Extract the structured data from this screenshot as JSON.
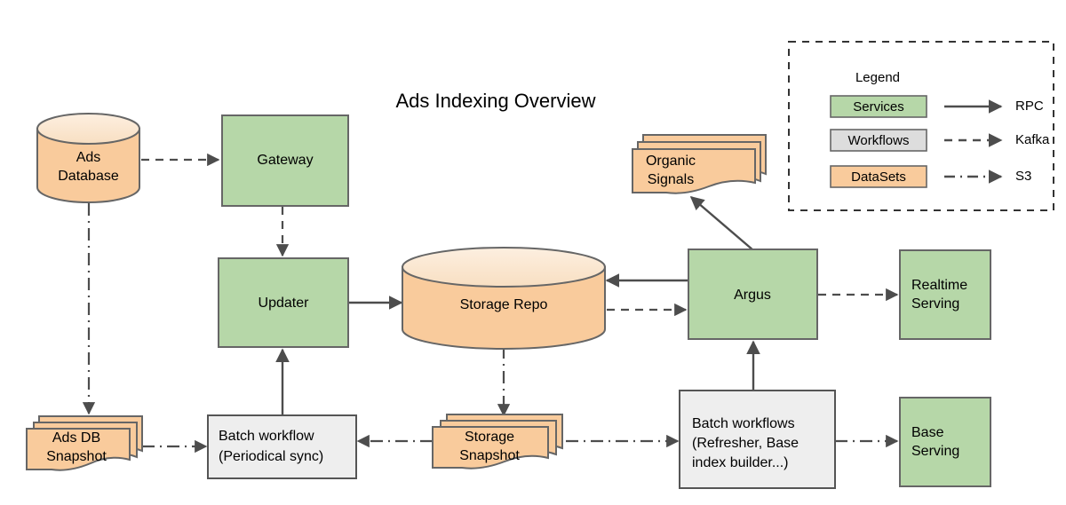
{
  "title": "Ads Indexing Overview",
  "colors": {
    "service_fill": "#b6d7a8",
    "service_stroke": "#666666",
    "workflow_fill": "#eeeeee",
    "workflow_stroke": "#555555",
    "dataset_fill": "#f9cb9c",
    "dataset_stroke": "#666666",
    "cylinder_top_fill": "#fae3cd",
    "edge_stroke": "#4d4d4d",
    "legend_border": "#333333",
    "text": "#000000",
    "background": "#ffffff"
  },
  "nodes": [
    {
      "id": "ads-database",
      "label": "Ads\nDatabase",
      "type": "cylinder",
      "category": "DataSets"
    },
    {
      "id": "gateway",
      "label": "Gateway",
      "type": "box",
      "category": "Services"
    },
    {
      "id": "updater",
      "label": "Updater",
      "type": "box",
      "category": "Services"
    },
    {
      "id": "storage-repo",
      "label": "Storage Repo",
      "type": "cylinder",
      "category": "DataSets"
    },
    {
      "id": "argus",
      "label": "Argus",
      "type": "box",
      "category": "Services"
    },
    {
      "id": "organic-signals",
      "label": "Organic\nSignals",
      "type": "doc-stack",
      "category": "DataSets"
    },
    {
      "id": "realtime-serving",
      "label": "Realtime\nServing",
      "type": "box",
      "category": "Services"
    },
    {
      "id": "base-serving",
      "label": "Base\nServing",
      "type": "box",
      "category": "Services"
    },
    {
      "id": "ads-db-snapshot",
      "label": "Ads DB\nSnapshot",
      "type": "doc-stack",
      "category": "DataSets"
    },
    {
      "id": "storage-snapshot",
      "label": "Storage\nSnapshot",
      "type": "doc-stack",
      "category": "DataSets"
    },
    {
      "id": "batch-workflow-sync",
      "label": "Batch workflow\n(Periodical sync)",
      "type": "box",
      "category": "Workflows"
    },
    {
      "id": "batch-workflows-refresher",
      "label": "Batch workflows\n(Refresher, Base\nindex builder...)",
      "type": "box",
      "category": "Workflows"
    }
  ],
  "node_text": {
    "ads_database_line1": "Ads",
    "ads_database_line2": "Database",
    "gateway": "Gateway",
    "updater": "Updater",
    "storage_repo": "Storage Repo",
    "argus": "Argus",
    "organic_signals_line1": "Organic",
    "organic_signals_line2": "Signals",
    "realtime_serving_line1": "Realtime",
    "realtime_serving_line2": "Serving",
    "base_serving_line1": "Base",
    "base_serving_line2": "Serving",
    "ads_db_snapshot_line1": "Ads DB",
    "ads_db_snapshot_line2": "Snapshot",
    "storage_snapshot_line1": "Storage",
    "storage_snapshot_line2": "Snapshot",
    "batch_workflow_sync_line1": "Batch workflow",
    "batch_workflow_sync_line2": "(Periodical sync)",
    "batch_workflows_refresher_line1": "Batch workflows",
    "batch_workflows_refresher_line2": "(Refresher, Base",
    "batch_workflows_refresher_line3": "index builder...)"
  },
  "edges": [
    {
      "from": "ads-database",
      "to": "gateway",
      "style": "kafka"
    },
    {
      "from": "gateway",
      "to": "updater",
      "style": "kafka"
    },
    {
      "from": "ads-database",
      "to": "ads-db-snapshot",
      "style": "s3"
    },
    {
      "from": "updater",
      "to": "storage-repo",
      "style": "rpc"
    },
    {
      "from": "argus",
      "to": "storage-repo",
      "style": "rpc"
    },
    {
      "from": "storage-repo",
      "to": "argus",
      "style": "kafka"
    },
    {
      "from": "argus",
      "to": "organic-signals",
      "style": "rpc"
    },
    {
      "from": "argus",
      "to": "realtime-serving",
      "style": "kafka"
    },
    {
      "from": "storage-repo",
      "to": "storage-snapshot",
      "style": "s3"
    },
    {
      "from": "ads-db-snapshot",
      "to": "batch-workflow-sync",
      "style": "s3"
    },
    {
      "from": "storage-snapshot",
      "to": "batch-workflow-sync",
      "style": "s3"
    },
    {
      "from": "storage-snapshot",
      "to": "batch-workflows-refresher",
      "style": "s3"
    },
    {
      "from": "batch-workflow-sync",
      "to": "updater",
      "style": "rpc"
    },
    {
      "from": "batch-workflows-refresher",
      "to": "argus",
      "style": "rpc"
    },
    {
      "from": "batch-workflows-refresher",
      "to": "base-serving",
      "style": "s3"
    }
  ],
  "legend": {
    "title": "Legend",
    "swatches": [
      {
        "label": "Services",
        "fill": "#b6d7a8"
      },
      {
        "label": "Workflows",
        "fill": "#dddddd"
      },
      {
        "label": "DataSets",
        "fill": "#f9cb9c"
      }
    ],
    "edges": [
      {
        "label": "RPC",
        "style": "solid"
      },
      {
        "label": "Kafka",
        "style": "dashed"
      },
      {
        "label": "S3",
        "style": "dashdot"
      }
    ]
  }
}
